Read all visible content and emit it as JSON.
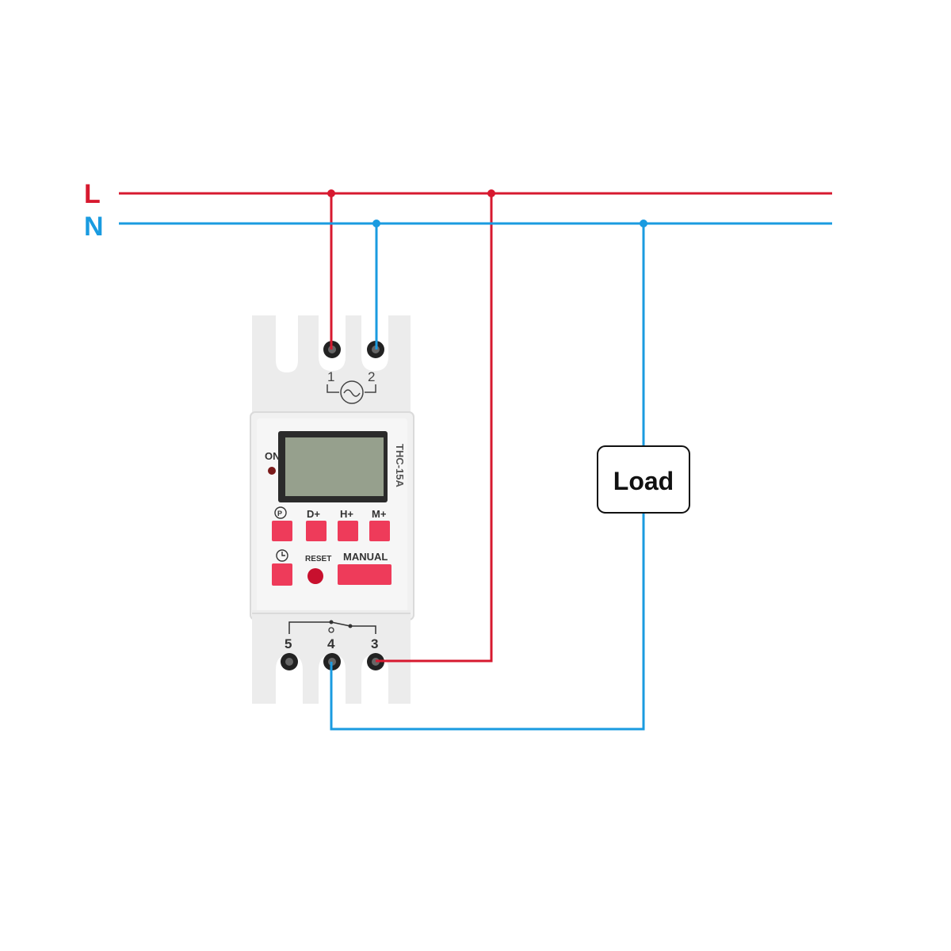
{
  "lines": {
    "live": {
      "label": "L",
      "color": "#d7192f"
    },
    "neutral": {
      "label": "N",
      "color": "#1a9be0"
    }
  },
  "device": {
    "model": "THC-15A",
    "on_label": "ON",
    "top_terminals": [
      "1",
      "2"
    ],
    "bottom_terminals": [
      "5",
      "4",
      "3"
    ],
    "buttons": {
      "program": "P",
      "day": "D+",
      "hour": "H+",
      "minute": "M+",
      "reset": "RESET",
      "manual": "MANUAL"
    },
    "button_color": "#ee3b5a"
  },
  "load": {
    "label": "Load"
  }
}
